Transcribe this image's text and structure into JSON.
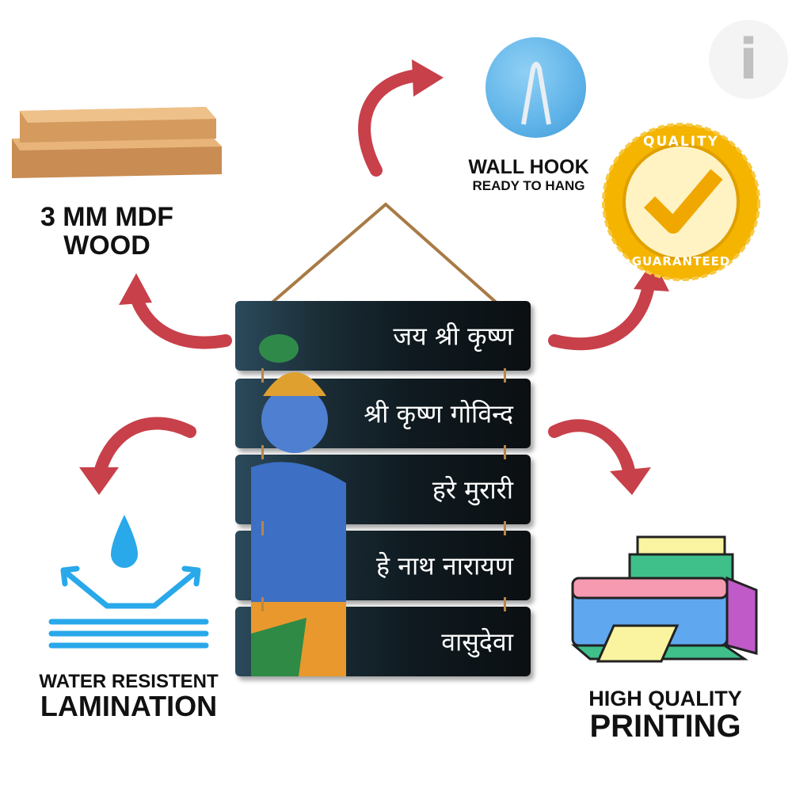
{
  "features": {
    "wood": {
      "line1": "3 MM MDF",
      "line2": "WOOD"
    },
    "hook": {
      "title": "WALL HOOK",
      "subtitle": "READY TO HANG"
    },
    "badge": {
      "top": "QUALITY",
      "bottom": "GUARANTEED"
    },
    "water": {
      "line1": "WATER RESISTENT",
      "line2": "LAMINATION"
    },
    "printing": {
      "line1": "HIGH QUALITY",
      "line2": "PRINTING"
    }
  },
  "planks": [
    {
      "text": "जय श्री कृष्ण"
    },
    {
      "text": "श्री कृष्ण गोविन्द"
    },
    {
      "text": "हरे मुरारी"
    },
    {
      "text": "हे नाथ नारायण"
    },
    {
      "text": "वासुदेवा"
    }
  ],
  "logo": {
    "letter": "i"
  },
  "colors": {
    "arrow": "#c8404a",
    "badge": "#f4b400",
    "hook": "#5fb3e8",
    "water": "#29a8ea"
  }
}
